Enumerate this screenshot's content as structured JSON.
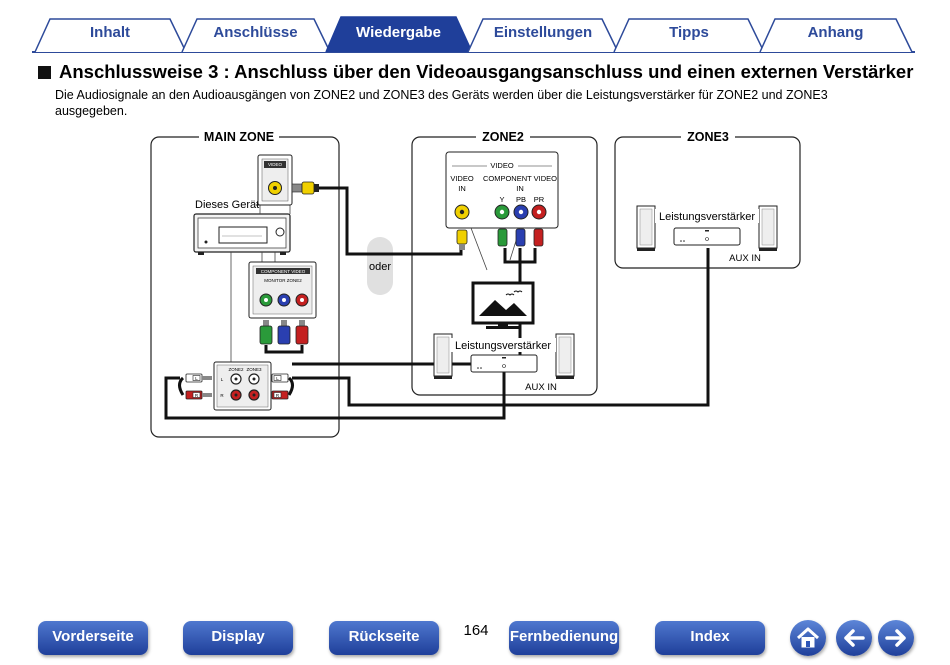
{
  "tabs": [
    {
      "label": "Inhalt"
    },
    {
      "label": "Anschlüsse"
    },
    {
      "label": "Wiedergabe",
      "active": true
    },
    {
      "label": "Einstellungen"
    },
    {
      "label": "Tipps"
    },
    {
      "label": "Anhang"
    }
  ],
  "colors": {
    "accent": "#2d4a9a",
    "active_tab": "#1f3f9a",
    "button": "#2e56b8"
  },
  "heading": "Anschlussweise 3 : Anschluss über den Videoausgangsanschluss und einen externen Verstärker",
  "intro": "Die Audiosignale an den Audioausgängen von ZONE2 und ZONE3 des Geräts werden über die Leistungsverstärker für ZONE2 und ZONE3 ausgegeben.",
  "diagram": {
    "main_zone": "MAIN ZONE",
    "zone2": "ZONE2",
    "zone3": "ZONE3",
    "device_label": "Dieses Gerät",
    "or_label": "oder",
    "video_label": "VIDEO",
    "video_in": [
      "VIDEO",
      "IN"
    ],
    "component_video_in": [
      "COMPONENT VIDEO",
      "IN"
    ],
    "component_ports": [
      "Y",
      "PB",
      "PR"
    ],
    "amp_label": "Leistungsverstärker",
    "aux_in": "AUX IN",
    "panel_component_video": "COMPONENT VIDEO",
    "panel_monitor_zone2": "MONITOR ZONE2",
    "panel_zone2": "ZONE2",
    "panel_zone3": "ZONE3",
    "panel_video": "VIDEO",
    "channel_l": "L",
    "channel_r": "R"
  },
  "nav": {
    "vorderseite": "Vorderseite",
    "display": "Display",
    "rueckseite": "Rückseite",
    "page_number": "164",
    "fernbedienung": "Fernbedienung",
    "index": "Index"
  },
  "icons": {
    "home": "home-icon",
    "back": "arrow-left-icon",
    "forward": "arrow-right-icon"
  }
}
